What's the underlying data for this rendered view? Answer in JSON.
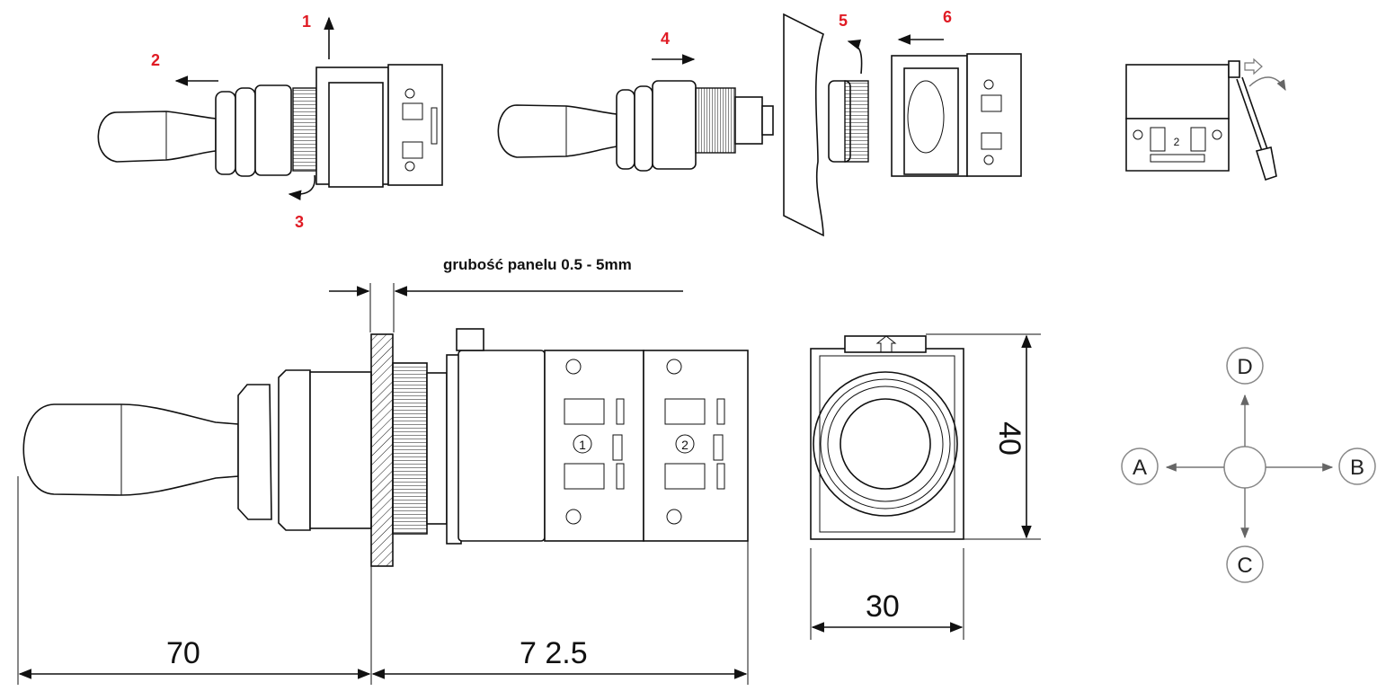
{
  "assembly_steps": {
    "step1": "1",
    "step2": "2",
    "step3": "3",
    "step4": "4",
    "step5": "5",
    "step6": "6"
  },
  "panel_thickness_label": "grubość panelu 0.5 - 5mm",
  "dimensions": {
    "handle_length": "70",
    "body_length": "7 2.5",
    "front_width": "30",
    "front_height": "40"
  },
  "contact_blocks": {
    "block1": "1",
    "block2": "2",
    "block_side_view": "2"
  },
  "directions": {
    "up": "D",
    "left": "A",
    "right": "B",
    "down": "C"
  }
}
